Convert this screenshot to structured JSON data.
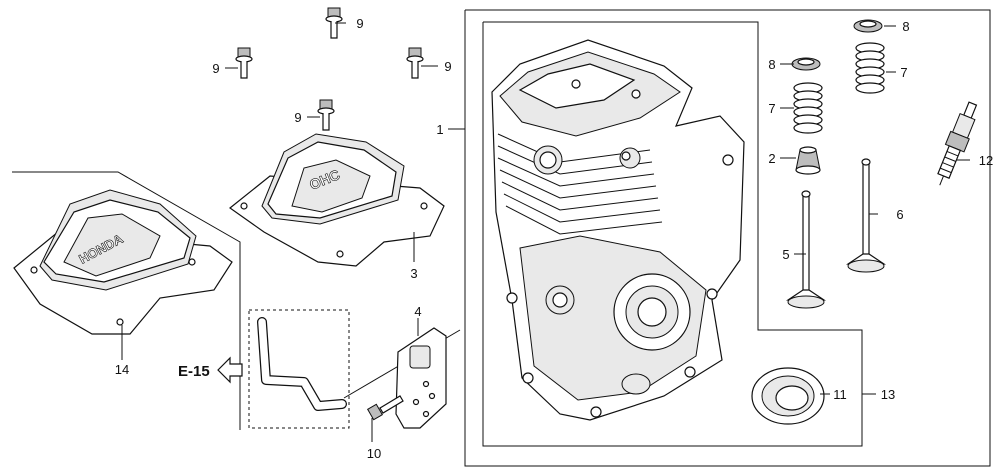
{
  "callouts": {
    "c1": "1",
    "c2": "2",
    "c3": "3",
    "c4": "4",
    "c5": "5",
    "c6": "6",
    "c7a": "7",
    "c7b": "7",
    "c8a": "8",
    "c8b": "8",
    "c9a": "9",
    "c9b": "9",
    "c9c": "9",
    "c9d": "9",
    "c10": "10",
    "c11": "11",
    "c12": "12",
    "c13": "13",
    "c14": "14"
  },
  "reference": {
    "label": "E-15"
  },
  "cover_logos": {
    "left": "HONDA",
    "center": "OHC"
  },
  "icons": [
    "arrow-left-outline-icon"
  ]
}
